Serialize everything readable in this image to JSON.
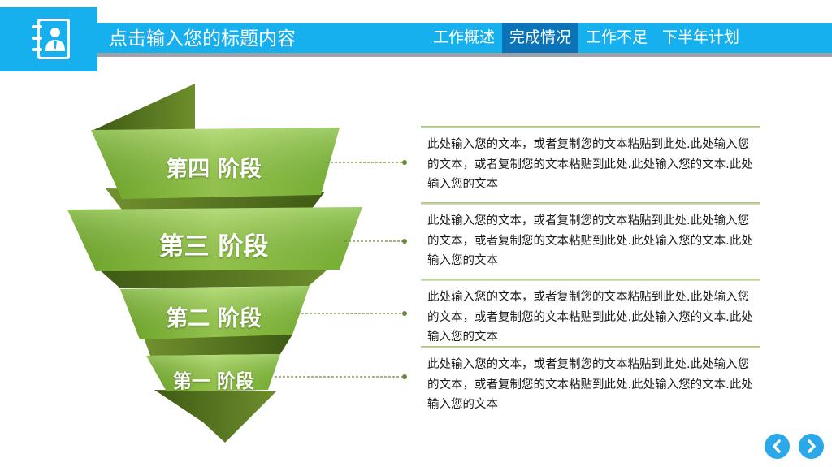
{
  "header": {
    "title": "点击输入您的标题内容",
    "nav": [
      {
        "label": "工作概述",
        "active": false
      },
      {
        "label": "完成情况",
        "active": true
      },
      {
        "label": "工作不足",
        "active": false
      },
      {
        "label": "下半年计划",
        "active": false
      }
    ],
    "logo_icon": "contact-book-icon"
  },
  "stages": [
    {
      "label": "第四 阶段"
    },
    {
      "label": "第三 阶段"
    },
    {
      "label": "第二 阶段"
    },
    {
      "label": "第一 阶段"
    }
  ],
  "texts": [
    "此处输入您的文本，或者复制您的文本粘贴到此处.此处输入您的文本，或者复制您的文本粘贴到此处.此处输入您的文本.此处输入您的文本",
    "此处输入您的文本，或者复制您的文本粘贴到此处.此处输入您的文本，或者复制您的文本粘贴到此处.此处输入您的文本.此处输入您的文本",
    "此处输入您的文本，或者复制您的文本粘贴到此处.此处输入您的文本，或者复制您的文本粘贴到此处.此处输入您的文本.此处输入您的文本",
    "此处输入您的文本，或者复制您的文本粘贴到此处.此处输入您的文本，或者复制您的文本粘贴到此处.此处输入您的文本.此处输入您的文本"
  ],
  "controls": {
    "prev_icon": "chevron-left-icon",
    "next_icon": "chevron-right-icon"
  },
  "colors": {
    "header_blue": "#17b0ef",
    "nav_active": "#0b73b8",
    "stage_green": "#8cc63f",
    "stage_dark_green": "#4e6b1c"
  }
}
